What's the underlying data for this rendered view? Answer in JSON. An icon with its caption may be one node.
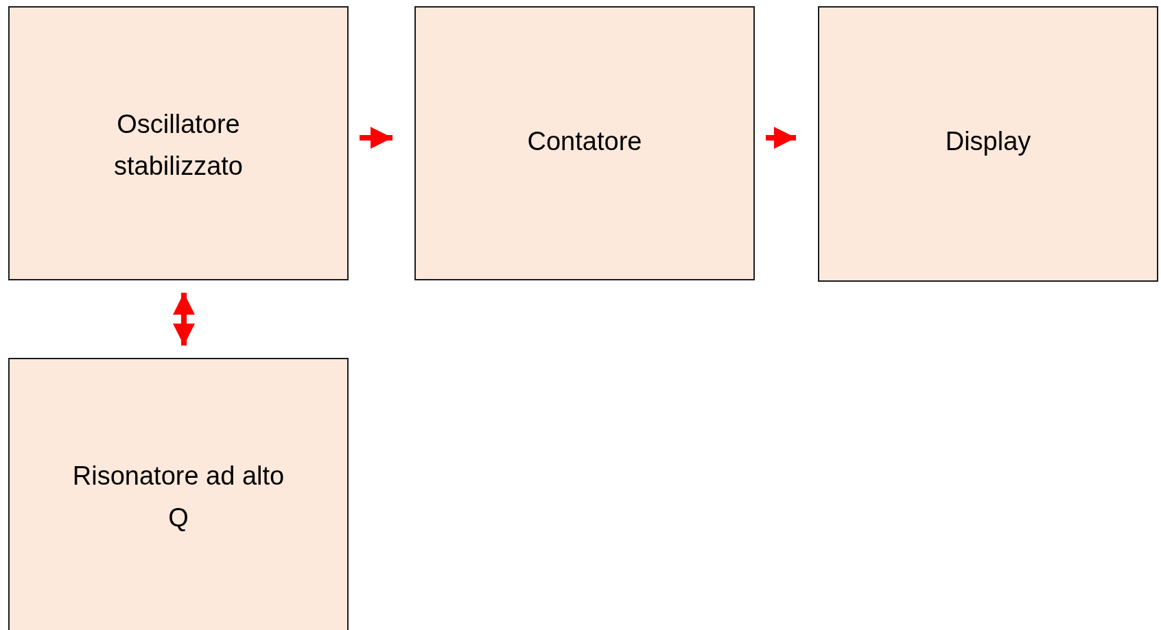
{
  "diagram": {
    "nodes": [
      {
        "text": [
          "Oscillatore stabilizzato"
        ]
      },
      {
        "text": [
          "Contatore"
        ]
      },
      {
        "text": [
          "Display"
        ]
      },
      {
        "text": [
          "Risonatore ad alto Q"
        ]
      }
    ],
    "edges": [
      {
        "from": 0,
        "to": 1,
        "arrow": "to"
      },
      {
        "from": 1,
        "to": 2,
        "arrow": "to"
      },
      {
        "from": 0,
        "to": 3,
        "arrow": "both"
      }
    ]
  }
}
